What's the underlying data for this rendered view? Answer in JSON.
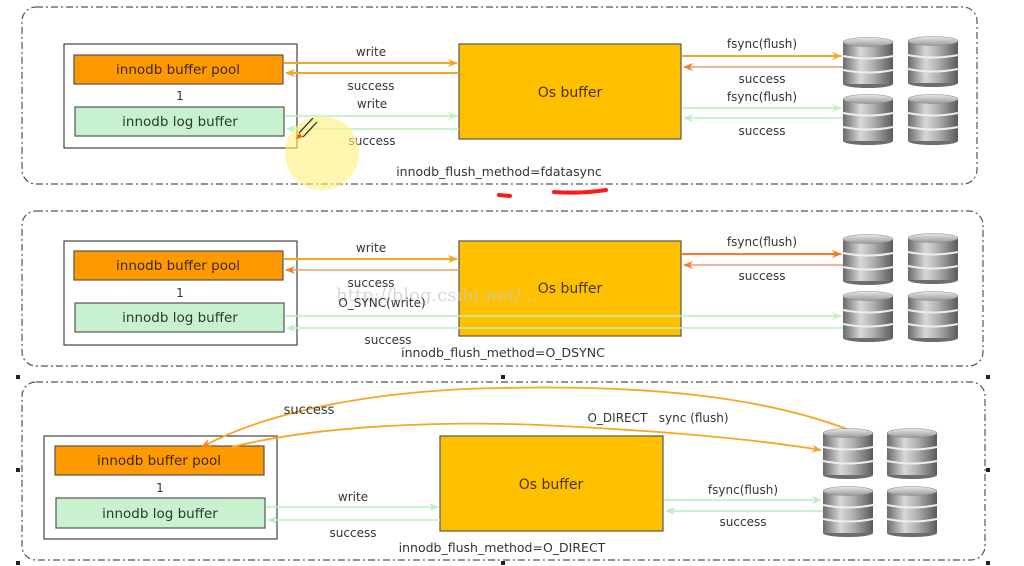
{
  "colors": {
    "buffer_pool_fill": "#ff9900",
    "log_buffer_fill": "#c8f2cf",
    "os_buffer_fill": "#ffc000",
    "orange_arrow": "#f5a623",
    "orange_return_arrow": "#ff7a1a",
    "green_arrow": "#b9f0c0",
    "annotation_red": "#ff1a1a",
    "highlight_yellow": "#fff27a"
  },
  "panels": [
    {
      "flush_method_label": "innodb_flush_method=fdatasync",
      "buffer_pool_label": "innodb buffer pool",
      "log_buffer_label": "innodb log buffer",
      "separator_label": "1",
      "os_buffer_label": "Os buffer",
      "pool_write_label": "write",
      "pool_success_label": "success",
      "log_write_label": "write",
      "log_success_label": "success",
      "disk_flush_top_label": "fsync(flush)",
      "disk_success_top_label": "success",
      "disk_flush_bottom_label": "fsync(flush)",
      "disk_success_bottom_label": "success"
    },
    {
      "flush_method_label": "innodb_flush_method=O_DSYNC",
      "buffer_pool_label": "innodb buffer pool",
      "log_buffer_label": "innodb log buffer",
      "separator_label": "1",
      "os_buffer_label": "Os buffer",
      "pool_write_label": "write",
      "pool_success_label": "success",
      "log_write_label": "O_SYNC(write)",
      "log_success_label": "success",
      "disk_flush_top_label": "fsync(flush)",
      "disk_success_top_label": "success",
      "watermark": "http://blog.csdn.net/..."
    },
    {
      "flush_method_label": "innodb_flush_method=O_DIRECT",
      "buffer_pool_label": "innodb buffer pool",
      "log_buffer_label": "innodb log buffer",
      "separator_label": "1",
      "os_buffer_label": "Os buffer",
      "direct_success_label": "success",
      "direct_flush_label": "O_DIRECT   sync (flush)",
      "log_write_label": "write",
      "log_success_label": "success",
      "disk_flush_bottom_label": "fsync(flush)",
      "disk_success_bottom_label": "success"
    }
  ],
  "icons": {
    "disk": "database-cylinder-icon",
    "cursor": "pen-cursor-icon",
    "selection_handle": "selection-handle-icon"
  }
}
